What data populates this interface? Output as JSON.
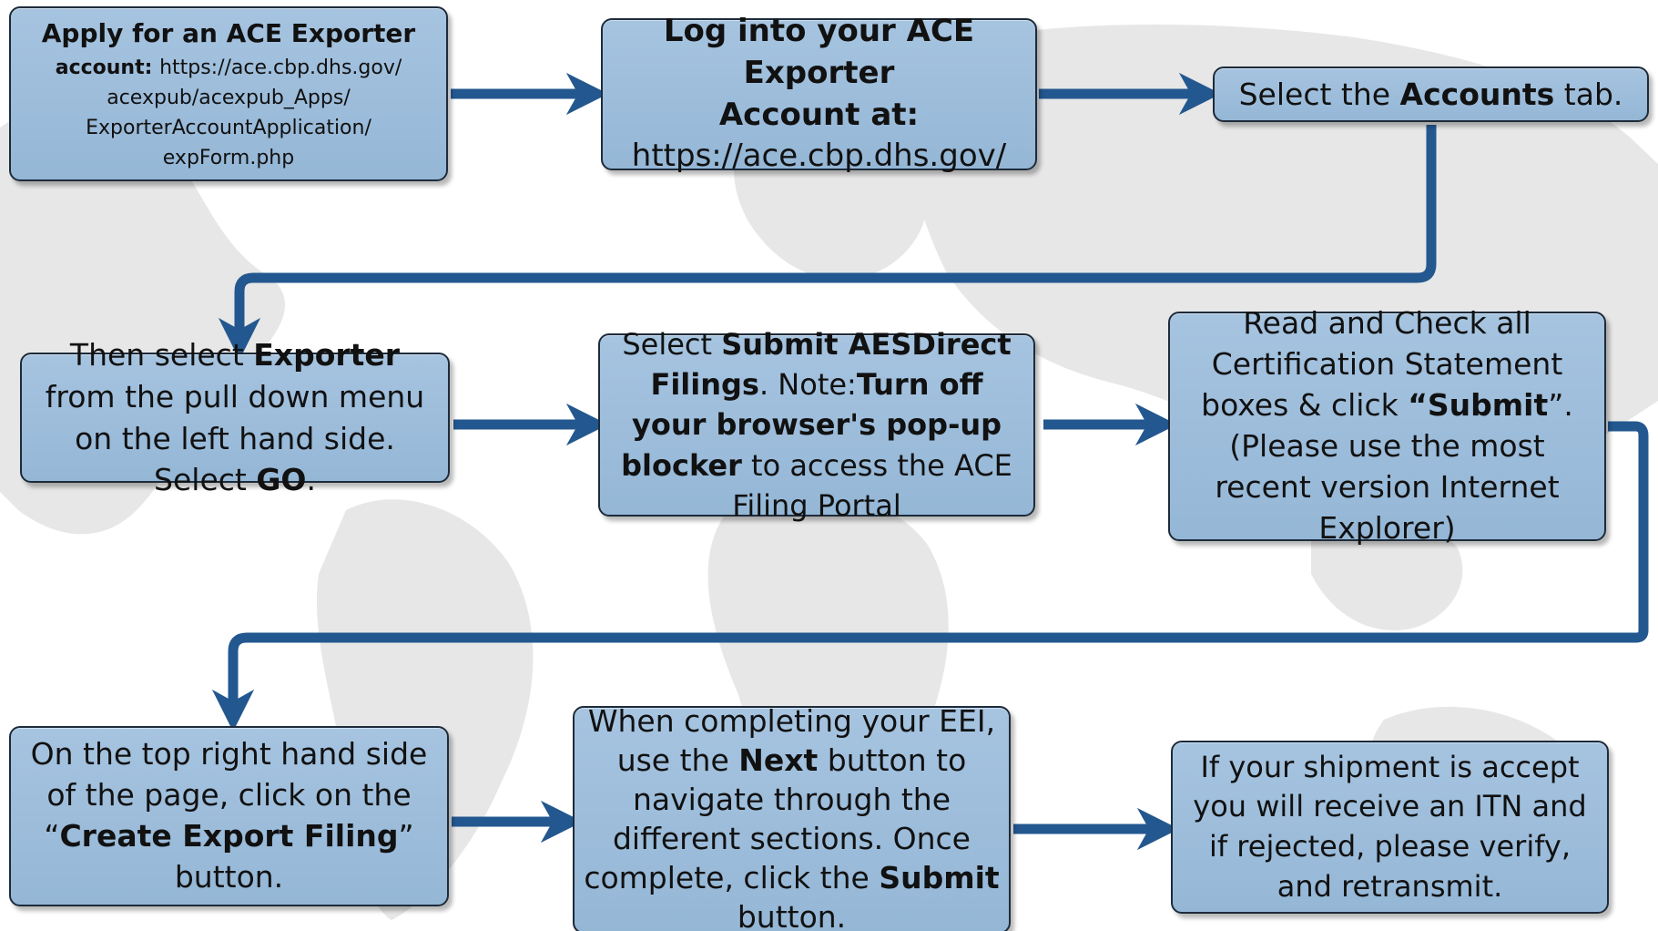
{
  "steps": [
    {
      "id": "apply-account",
      "lines": [
        {
          "bold": "Apply for an ACE Exporter"
        },
        {
          "bold": "account: ",
          "rest": "https://ace.cbp.dhs.gov/"
        },
        {
          "text": "acexpub/acexpub_Apps/"
        },
        {
          "text": "ExporterAccountApplication/"
        },
        {
          "text": "expForm.php"
        }
      ]
    },
    {
      "id": "log-in",
      "lines": [
        {
          "bold": "Log into your ACE Exporter"
        },
        {
          "bold": "Account at:"
        },
        {
          "text": "https://ace.cbp.dhs.gov/"
        }
      ]
    },
    {
      "id": "select-accounts-tab",
      "segments": [
        {
          "text": "Select the "
        },
        {
          "bold": "Accounts"
        },
        {
          "text": " tab."
        }
      ]
    },
    {
      "id": "select-exporter",
      "segments": [
        {
          "text": "Then select "
        },
        {
          "bold": "Exporter"
        },
        {
          "text": " from the pull down menu on the left hand side. Select "
        },
        {
          "bold": "GO"
        },
        {
          "text": "."
        }
      ]
    },
    {
      "id": "submit-aesdirect",
      "segments": [
        {
          "text": "Select "
        },
        {
          "bold": "Submit AESDirect Filings"
        },
        {
          "text": ". Note:"
        },
        {
          "bold": "Turn off your browser's pop-up blocker"
        },
        {
          "text": " to access the ACE Filing Portal"
        }
      ]
    },
    {
      "id": "certification",
      "segments": [
        {
          "text": "Read and Check all Certification Statement boxes & click "
        },
        {
          "bold": "“Submit"
        },
        {
          "text": "”. (Please use the most recent version Internet Explorer)"
        }
      ]
    },
    {
      "id": "create-export-filing",
      "segments": [
        {
          "text": "On the top right hand side of the page, click on the “"
        },
        {
          "bold": "Create Export Filing"
        },
        {
          "text": "” button."
        }
      ]
    },
    {
      "id": "complete-eei",
      "segments": [
        {
          "text": "When completing your EEI, use the "
        },
        {
          "bold": "Next"
        },
        {
          "text": " button to navigate through the different sections.  Once complete, click the "
        },
        {
          "bold": "Submit"
        },
        {
          "text": " button."
        }
      ]
    },
    {
      "id": "itn-result",
      "segments": [
        {
          "text": "If your shipment is accept you will receive an ITN and if rejected, please verify, and retransmit."
        }
      ]
    }
  ],
  "colors": {
    "box_fill": "#9dbddb",
    "box_border": "#1d2b3a",
    "arrow": "#23578f",
    "map": "#e6e6e6"
  }
}
